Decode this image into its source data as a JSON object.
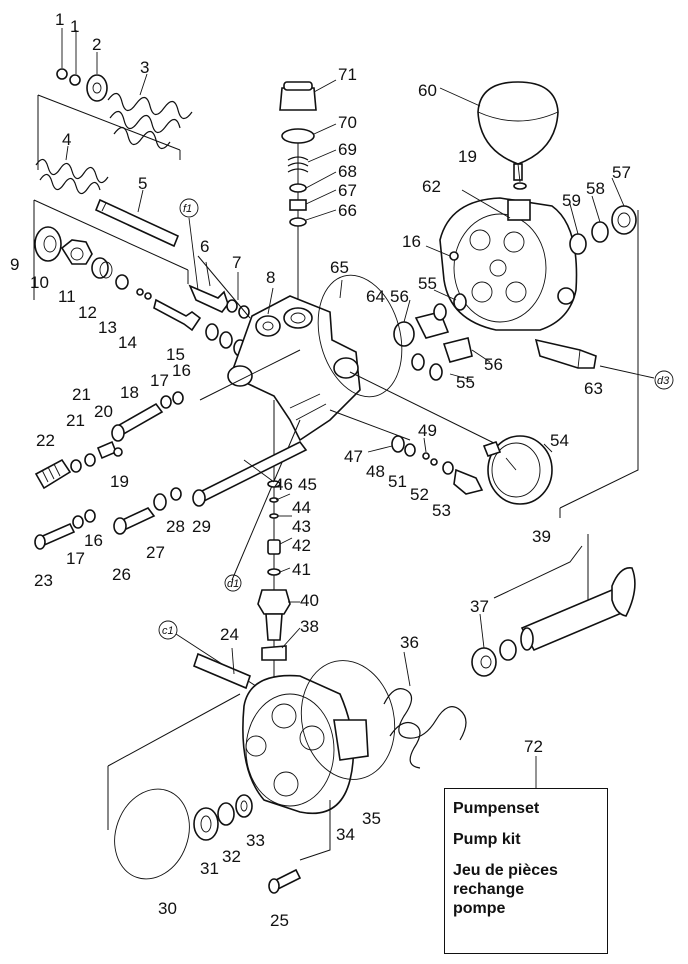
{
  "callouts": {
    "p1a": "1",
    "p1b": "1",
    "p2": "2",
    "p3": "3",
    "p4": "4",
    "p5": "5",
    "p6": "6",
    "p7": "7",
    "p8": "8",
    "p9": "9",
    "p10": "10",
    "p11": "11",
    "p12": "12",
    "p13": "13",
    "p14": "14",
    "p15": "15",
    "p16a": "16",
    "p16b": "16",
    "p16c": "16",
    "p17a": "17",
    "p17b": "17",
    "p18": "18",
    "p19a": "19",
    "p19b": "19",
    "p20": "20",
    "p21a": "21",
    "p21b": "21",
    "p22": "22",
    "p23": "23",
    "p24": "24",
    "p25": "25",
    "p26": "26",
    "p27": "27",
    "p28": "28",
    "p29": "29",
    "p30": "30",
    "p31": "31",
    "p32": "32",
    "p33": "33",
    "p34": "34",
    "p35": "35",
    "p36": "36",
    "p37": "37",
    "p38": "38",
    "p39": "39",
    "p40": "40",
    "p41": "41",
    "p42": "42",
    "p43": "43",
    "p44": "44",
    "p45": "45",
    "p46": "46",
    "p47": "47",
    "p48": "48",
    "p49": "49",
    "p51": "51",
    "p52": "52",
    "p53": "53",
    "p54": "54",
    "p55a": "55",
    "p55b": "55",
    "p56a": "56",
    "p56b": "56",
    "p57": "57",
    "p58": "58",
    "p59": "59",
    "p60": "60",
    "p62": "62",
    "p63": "63",
    "p64": "64",
    "p65": "65",
    "p66": "66",
    "p67": "67",
    "p68": "68",
    "p69": "69",
    "p70": "70",
    "p71": "71",
    "p72": "72"
  },
  "refs": {
    "f1": "f1",
    "d1": "d1",
    "c1": "c1",
    "d3": "d3"
  },
  "kit": {
    "label_de": "Pumpenset",
    "label_en": "Pump kit",
    "label_fr_1": "Jeu de pièces",
    "label_fr_2": "rechange",
    "label_fr_3": "pompe"
  }
}
